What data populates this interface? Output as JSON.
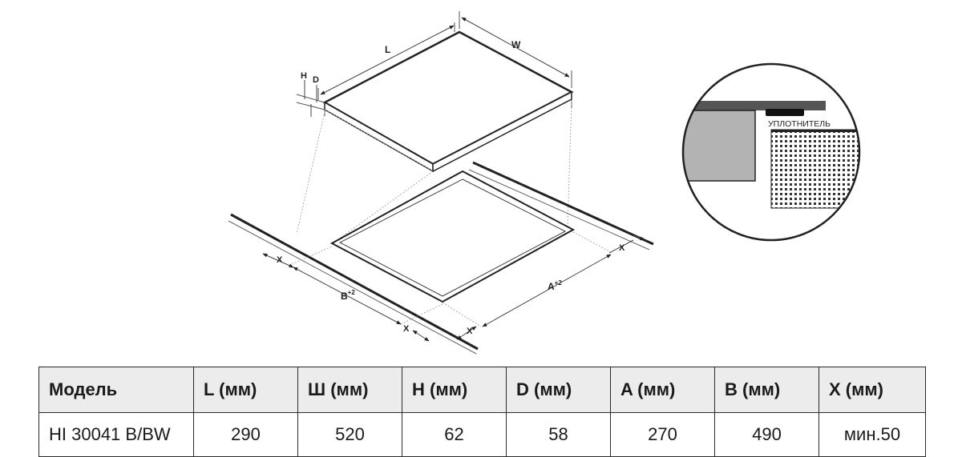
{
  "diagram": {
    "labels": {
      "length": "L",
      "width": "W",
      "height": "H",
      "depth": "D",
      "clearance_right": "X",
      "clearance_left": "X",
      "clearance_bottom_left": "X",
      "clearance_bottom_right": "X",
      "cutout_b": "B",
      "cutout_b_tol": "+2",
      "cutout_a": "A",
      "cutout_a_tol": "+2"
    },
    "detail": {
      "seal_label": "УПЛОТНИТЕЛЬ"
    }
  },
  "table": {
    "headers": [
      "Модель",
      "L (мм)",
      "Ш (мм)",
      "H (мм)",
      "D (мм)",
      "A (мм)",
      "B (мм)",
      "X (мм)"
    ],
    "rows": [
      [
        "HI 30041 B/BW",
        "290",
        "520",
        "62",
        "58",
        "270",
        "490",
        "мин.50"
      ]
    ]
  }
}
